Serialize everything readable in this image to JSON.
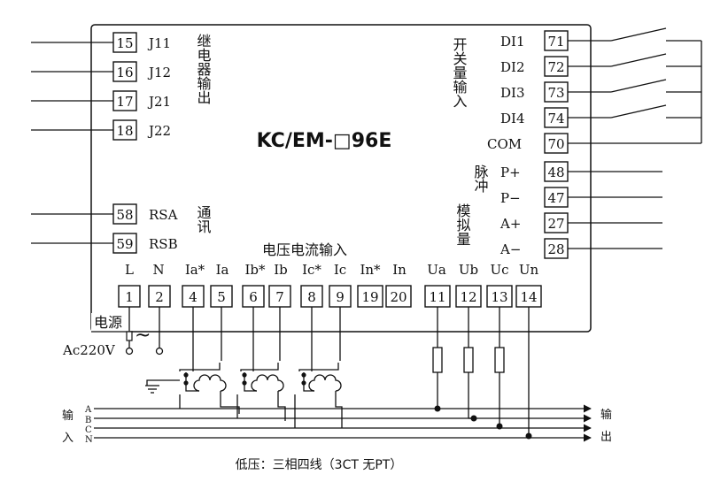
{
  "model_label": "KC/EM-□96E",
  "relay": {
    "section_label": "继电器输出",
    "terminals": [
      {
        "num": "15",
        "name": "J11"
      },
      {
        "num": "16",
        "name": "J12"
      },
      {
        "num": "17",
        "name": "J21"
      },
      {
        "num": "18",
        "name": "J22"
      }
    ]
  },
  "comm": {
    "section_label": "通讯",
    "terminals": [
      {
        "num": "58",
        "name": "RSA"
      },
      {
        "num": "59",
        "name": "RSB"
      }
    ]
  },
  "switch_input": {
    "section_label": "开关量输入",
    "terminals": [
      {
        "num": "71",
        "name": "DI1"
      },
      {
        "num": "72",
        "name": "DI2"
      },
      {
        "num": "73",
        "name": "DI3"
      },
      {
        "num": "74",
        "name": "DI4"
      },
      {
        "num": "70",
        "name": "COM"
      }
    ]
  },
  "pulse": {
    "section_label": "脉冲",
    "terminals": [
      {
        "num": "48",
        "name": "P+"
      },
      {
        "num": "47",
        "name": "P−"
      }
    ]
  },
  "analog": {
    "section_label": "模拟量",
    "terminals": [
      {
        "num": "27",
        "name": "A+"
      },
      {
        "num": "28",
        "name": "A−"
      }
    ]
  },
  "voltage_current": {
    "section_label": "电压电流输入",
    "terminals": [
      {
        "num": "1",
        "name": "L"
      },
      {
        "num": "2",
        "name": "N"
      },
      {
        "num": "4",
        "name": "Ia*"
      },
      {
        "num": "5",
        "name": "Ia"
      },
      {
        "num": "6",
        "name": "Ib*"
      },
      {
        "num": "7",
        "name": "Ib"
      },
      {
        "num": "8",
        "name": "Ic*"
      },
      {
        "num": "9",
        "name": "Ic"
      },
      {
        "num": "19",
        "name": "In*"
      },
      {
        "num": "20",
        "name": "In"
      },
      {
        "num": "11",
        "name": "Ua"
      },
      {
        "num": "12",
        "name": "Ub"
      },
      {
        "num": "13",
        "name": "Uc"
      },
      {
        "num": "14",
        "name": "Un"
      }
    ]
  },
  "power": {
    "label": "电源",
    "supply": "Ac220V",
    "ac_symbol": "~"
  },
  "bus": {
    "left_label_top": "输",
    "left_label_bottom": "入",
    "right_label_top": "输",
    "right_label_bottom": "出",
    "phases": [
      "A",
      "B",
      "C",
      "N"
    ]
  },
  "caption": "低压：三相四线（3CT 无PT）"
}
